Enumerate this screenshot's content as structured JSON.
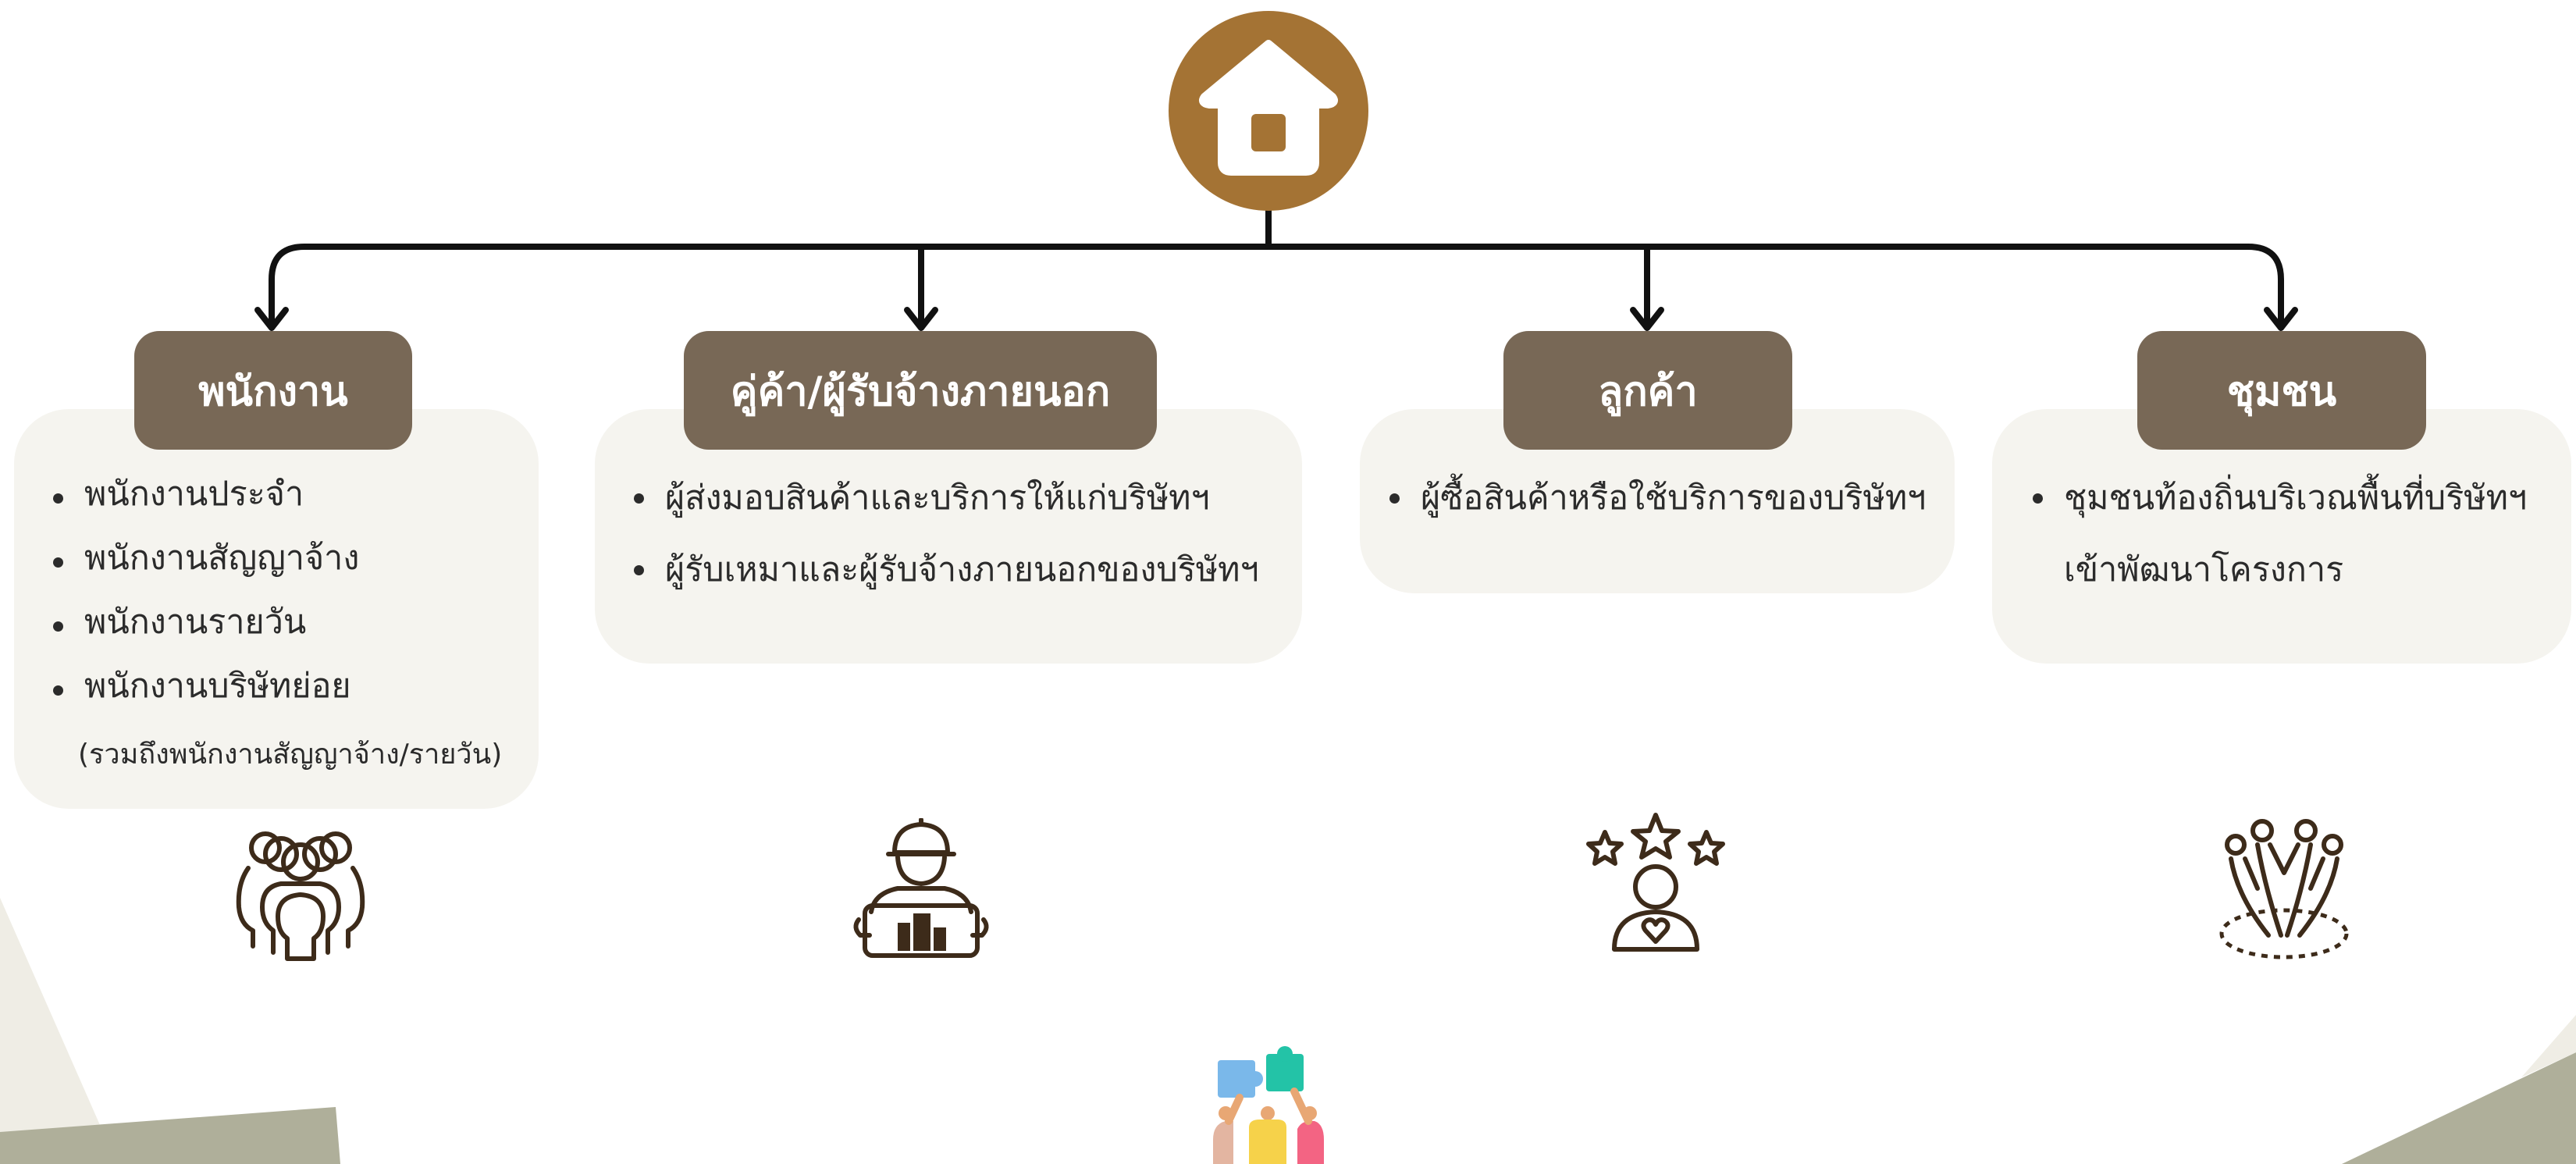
{
  "colors": {
    "header_bg": "#786856",
    "panel_bg": "#f5f4ef",
    "root_circle": "#a47334",
    "connector": "#111111",
    "icon_stroke": "#3d2b1a",
    "decor_beige": "#efede5",
    "decor_olive": "#afaf9a"
  },
  "root": {
    "icon": "home-icon"
  },
  "groups": [
    {
      "header": "พนักงาน",
      "icon": "people-group-icon",
      "items": [
        "พนักงานประจำ",
        "พนักงานสัญญาจ้าง",
        "พนักงานรายวัน",
        "พนักงานบริษัทย่อย"
      ],
      "note": "(รวมถึงพนักงานสัญญาจ้าง/รายวัน)"
    },
    {
      "header": "คู่ค้า/ผู้รับจ้างภายนอก",
      "icon": "construction-worker-icon",
      "items": [
        "ผู้ส่งมอบสินค้าและบริการให้แก่บริษัทฯ",
        "ผู้รับเหมาและผู้รับจ้างภายนอกของบริษัทฯ"
      ]
    },
    {
      "header": "ลูกค้า",
      "icon": "customer-stars-icon",
      "items": [
        "ผู้ซื้อสินค้าหรือใช้บริการของบริษัทฯ"
      ]
    },
    {
      "header": "ชุมชน",
      "icon": "community-icon",
      "items": [
        "ชุมชนท้องถิ่นบริเวณพื้นที่บริษัทฯ",
        "เข้าพัฒนาโครงการ"
      ]
    }
  ],
  "footer": {
    "icon": "teamwork-puzzle-icon"
  }
}
